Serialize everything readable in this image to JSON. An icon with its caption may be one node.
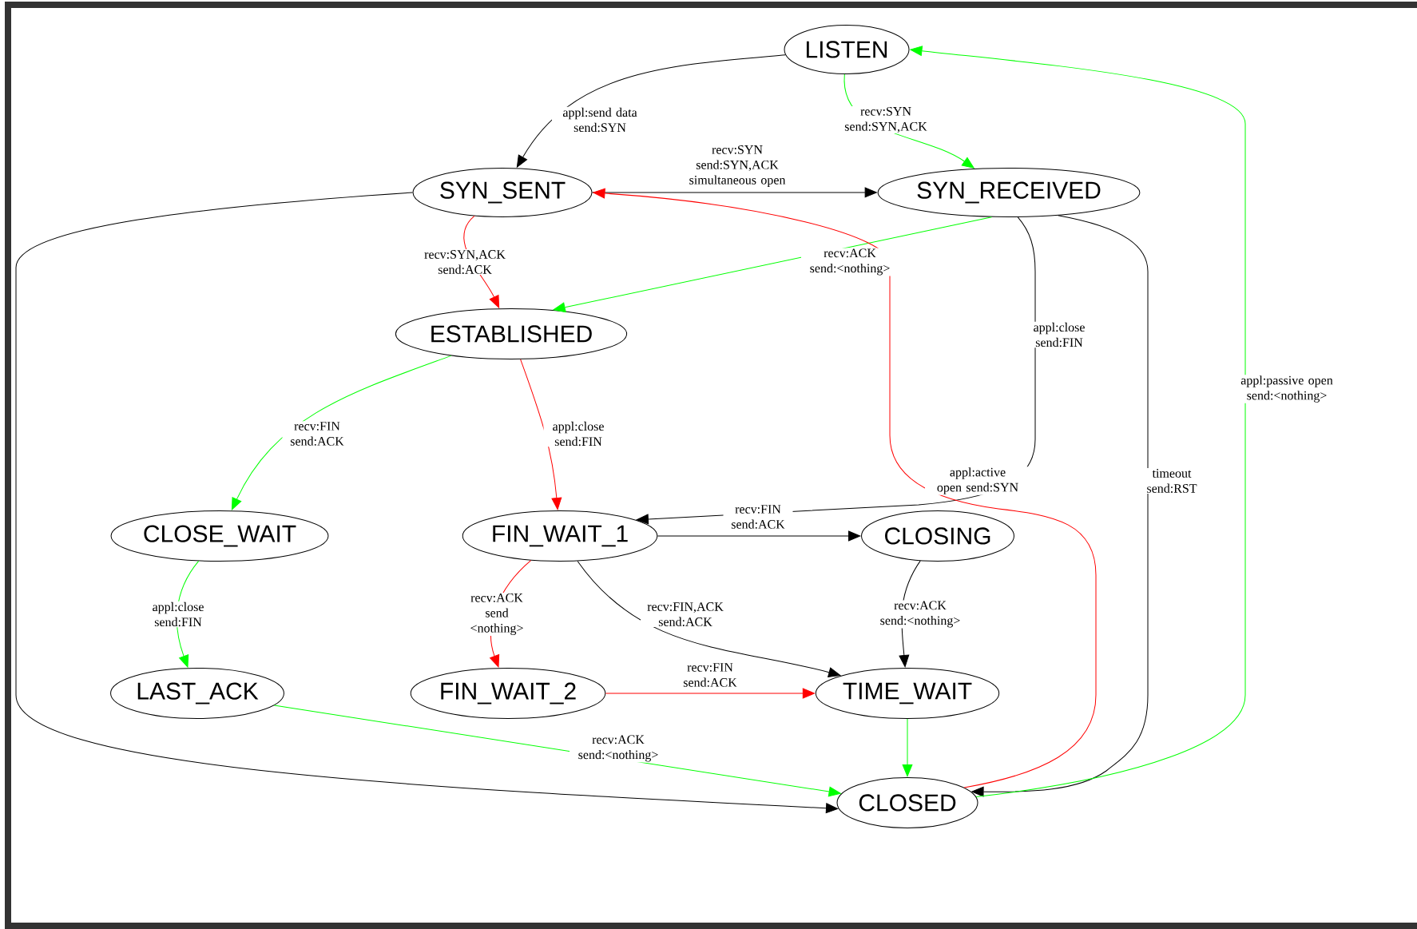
{
  "diagram": {
    "nodes": [
      {
        "text": [
          "LISTEN"
        ]
      },
      {
        "text": [
          "SYN_SENT"
        ]
      },
      {
        "text": [
          "SYN_RECEIVED"
        ]
      },
      {
        "text": [
          "ESTABLISHED"
        ]
      },
      {
        "text": [
          "CLOSE_WAIT"
        ]
      },
      {
        "text": [
          "FIN_WAIT_1"
        ]
      },
      {
        "text": [
          "CLOSING"
        ]
      },
      {
        "text": [
          "LAST_ACK"
        ]
      },
      {
        "text": [
          "FIN_WAIT_2"
        ]
      },
      {
        "text": [
          "TIME_WAIT"
        ]
      },
      {
        "text": [
          "CLOSED"
        ]
      }
    ],
    "edges": [
      {
        "from": 0,
        "to": 1,
        "arrow": "to",
        "label": "appl:send data send:SYN"
      },
      {
        "from": 0,
        "to": 2,
        "arrow": "to",
        "label": "recv:SYN send:SYN,ACK",
        "color": "#00ff00"
      },
      {
        "from": 1,
        "to": 2,
        "arrow": "to",
        "label": "recv:SYN send:SYN,ACK simultaneous open"
      },
      {
        "from": 1,
        "to": 10,
        "arrow": "to"
      },
      {
        "from": 1,
        "to": 3,
        "arrow": "to",
        "label": "recv:SYN,ACK send:ACK",
        "color": "#ff0000"
      },
      {
        "from": 2,
        "to": 3,
        "arrow": "to",
        "label": "recv:ACK send:<nothing>",
        "color": "#00ff00"
      },
      {
        "from": 2,
        "to": 5,
        "arrow": "to",
        "label": "appl:close send:FIN"
      },
      {
        "from": 2,
        "to": 10,
        "arrow": "to",
        "label": "timeout send:RST"
      },
      {
        "from": 10,
        "to": 0,
        "arrow": "to",
        "label": "appl:passive open send:<nothing>",
        "color": "#00ff00"
      },
      {
        "from": 10,
        "to": 1,
        "arrow": "to",
        "label": "appl:active open send:SYN",
        "color": "#ff0000"
      },
      {
        "from": 3,
        "to": 4,
        "arrow": "to",
        "label": "recv:FIN send:ACK",
        "color": "#00ff00"
      },
      {
        "from": 3,
        "to": 5,
        "arrow": "to",
        "label": "appl:close send:FIN",
        "color": "#ff0000"
      },
      {
        "from": 4,
        "to": 7,
        "arrow": "to",
        "label": "appl:close send:FIN",
        "color": "#00ff00"
      },
      {
        "from": 5,
        "to": 6,
        "arrow": "to",
        "label": "recv:FIN send:ACK"
      },
      {
        "from": 5,
        "to": 8,
        "arrow": "to",
        "label": "recv:ACK send <nothing>",
        "color": "#ff0000"
      },
      {
        "from": 5,
        "to": 9,
        "arrow": "to",
        "label": "recv:FIN,ACK send:ACK"
      },
      {
        "from": 6,
        "to": 9,
        "arrow": "to",
        "label": "recv:ACK send:<nothing>"
      },
      {
        "from": 8,
        "to": 9,
        "arrow": "to",
        "label": "recv:FIN send:ACK",
        "color": "#ff0000"
      },
      {
        "from": 9,
        "to": 10,
        "arrow": "to",
        "color": "#00ff00"
      },
      {
        "from": 7,
        "to": 10,
        "arrow": "to",
        "label": "recv:ACK send:<nothing>",
        "color": "#00ff00"
      }
    ]
  }
}
